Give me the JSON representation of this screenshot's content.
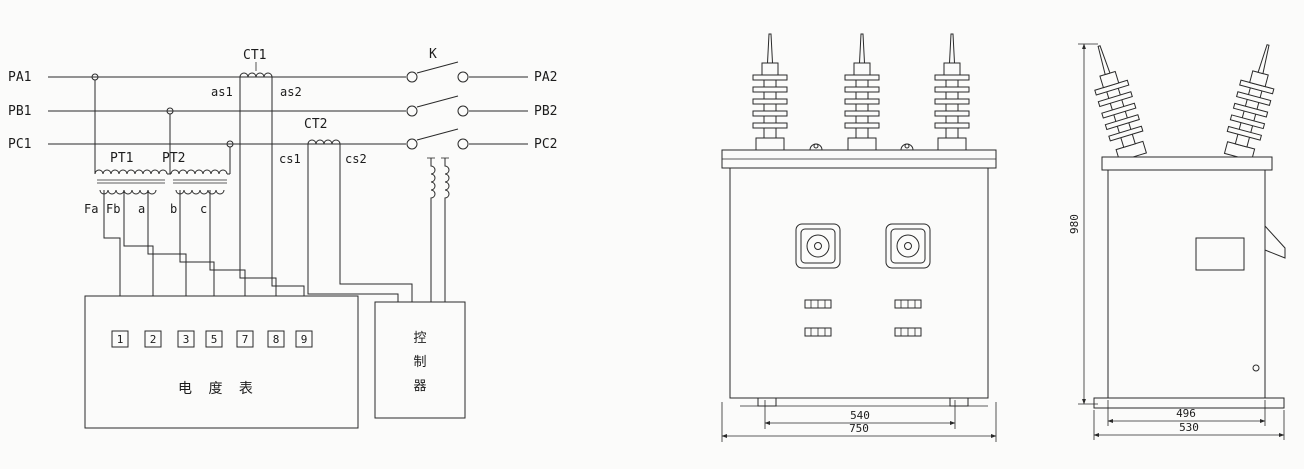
{
  "schematic": {
    "phases": [
      {
        "in": "PA1",
        "out": "PA2"
      },
      {
        "in": "PB1",
        "out": "PB2"
      },
      {
        "in": "PC1",
        "out": "PC2"
      }
    ],
    "switch_label": "K",
    "ct1": {
      "label": "CT1",
      "s1": "as1",
      "s2": "as2"
    },
    "ct2": {
      "label": "CT2",
      "s1": "cs1",
      "s2": "cs2"
    },
    "pt1_label": "PT1",
    "pt2_label": "PT2",
    "pt_terminals": [
      "Fa",
      "Fb",
      "a",
      "b",
      "c"
    ],
    "meter": {
      "terminals": [
        "1",
        "2",
        "3",
        "5",
        "7",
        "8",
        "9"
      ],
      "label": "电 度 表"
    },
    "controller": {
      "chars": [
        "控",
        "制",
        "器"
      ]
    }
  },
  "front_view": {
    "dims": {
      "inner": "540",
      "outer": "750"
    }
  },
  "side_view": {
    "dims": {
      "height": "980",
      "inner": "496",
      "outer": "530"
    }
  }
}
